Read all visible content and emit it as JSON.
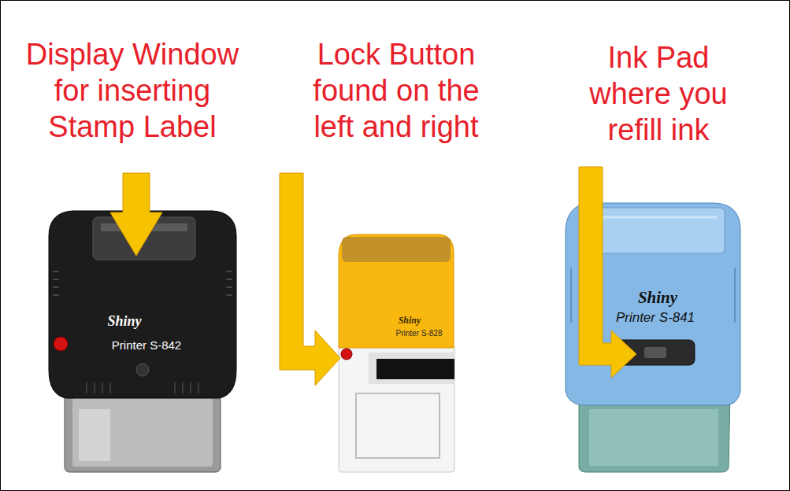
{
  "diagram": {
    "labels": [
      "Display Window for inserting Stamp Label",
      "Lock Button found on the left and right",
      "Ink Pad where you refill ink",
      "Shiny",
      "Printer S-842",
      "Shiny",
      "Printer S-828",
      "Shiny",
      "Printer S-841"
    ]
  }
}
